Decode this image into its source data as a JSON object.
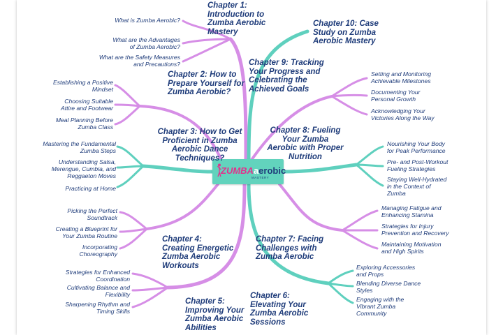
{
  "center": {
    "brand_left": "ZUMBA",
    "brand_right_a": "a",
    "brand_right_b": "erobic",
    "tagline": "MASTERY"
  },
  "colors": {
    "purple": "#d68ee6",
    "teal": "#5fd0be",
    "text": "#1f3c7a",
    "logo_bg": "#62d3bd"
  },
  "chapters": {
    "ch1": {
      "line1": "Chapter 1:",
      "line2": "Introduction to",
      "line3": "Zumba Aerobic",
      "line4": "Mastery"
    },
    "ch2": {
      "line1": "Chapter 2: How to",
      "line2": "Prepare Yourself for",
      "line3": "Zumba Aerobic?"
    },
    "ch3": {
      "line1": "Chapter 3: How to Get",
      "line2": "Proficient in Zumba",
      "line3": "Aerobic Dance",
      "line4": "Techniques?"
    },
    "ch4": {
      "line1": "Chapter 4:",
      "line2": "Creating Energetic",
      "line3": "Zumba Aerobic",
      "line4": "Workouts"
    },
    "ch5": {
      "line1": "Chapter 5:",
      "line2": "Improving Your",
      "line3": "Zumba Aerobic",
      "line4": "Abilities"
    },
    "ch6": {
      "line1": "Chapter 6:",
      "line2": "Elevating Your",
      "line3": "Zumba Aerobic",
      "line4": "Sessions"
    },
    "ch7": {
      "line1": "Chapter 7: Facing",
      "line2": "Challenges with",
      "line3": "Zumba Aerobic"
    },
    "ch8": {
      "line1": "Chapter 8: Fueling",
      "line2": "Your Zumba",
      "line3": "Aerobic with Proper",
      "line4": "Nutrition"
    },
    "ch9": {
      "line1": "Chapter 9: Tracking",
      "line2": "Your Progress and",
      "line3": "Celebrating the",
      "line4": "Achieved Goals"
    },
    "ch10": {
      "line1": "Chapter 10: Case",
      "line2": "Study on Zumba",
      "line3": "Aerobic Mastery"
    }
  },
  "subtopics": {
    "ch1": [
      {
        "line1": "What is Zumba Aerobic?",
        "line2": ""
      },
      {
        "line1": "What are the Advantages",
        "line2": "of Zumba Aerobic?"
      },
      {
        "line1": "What are the Safety Measures",
        "line2": "and Precautions?"
      }
    ],
    "ch2": [
      {
        "line1": "Establishing a Positive",
        "line2": "Mindset"
      },
      {
        "line1": "Choosing Suitable",
        "line2": "Attire and Footwear"
      },
      {
        "line1": "Meal Planning Before",
        "line2": "Zumba Class"
      }
    ],
    "ch3": [
      {
        "line1": "Mastering the Fundamental",
        "line2": "Zumba Steps"
      },
      {
        "line1": "Understanding Salsa,",
        "line2": "Merengue, Cumbia, and",
        "line3": "Reggaeton Moves"
      },
      {
        "line1": "Practicing at Home",
        "line2": ""
      }
    ],
    "ch4": [
      {
        "line1": "Picking the Perfect",
        "line2": "Soundtrack"
      },
      {
        "line1": "Creating a Blueprint for",
        "line2": "Your Zumba Routine"
      },
      {
        "line1": "Incorporating",
        "line2": "Choreography"
      }
    ],
    "ch5": [
      {
        "line1": "Strategies for Enhanced",
        "line2": "Coordination"
      },
      {
        "line1": "Cultivating Balance and",
        "line2": "Flexibility"
      },
      {
        "line1": "Sharpening Rhythm and",
        "line2": "Timing Skills"
      }
    ],
    "ch6": [
      {
        "line1": "Exploring Accessories",
        "line2": "and Props"
      },
      {
        "line1": "Blending Diverse Dance",
        "line2": "Styles"
      },
      {
        "line1": "Engaging with the",
        "line2": "Vibrant Zumba",
        "line3": "Community"
      }
    ],
    "ch7": [
      {
        "line1": "Managing Fatigue and",
        "line2": "Enhancing Stamina"
      },
      {
        "line1": "Strategies for Injury",
        "line2": "Prevention and Recovery"
      },
      {
        "line1": "Maintaining Motivation",
        "line2": "and High Spirits"
      }
    ],
    "ch8": [
      {
        "line1": "Nourishing Your Body",
        "line2": "for Peak Performance"
      },
      {
        "line1": "Pre- and Post-Workout",
        "line2": "Fueling Strategies"
      },
      {
        "line1": "Staying Well-Hydrated",
        "line2": "in the Context of",
        "line3": "Zumba"
      }
    ],
    "ch9": [
      {
        "line1": "Setting and Monitoring",
        "line2": "Achievable Milestones"
      },
      {
        "line1": "Documenting Your",
        "line2": "Personal Growth"
      },
      {
        "line1": "Acknowledging Your",
        "line2": "Victories Along the Way"
      }
    ]
  }
}
